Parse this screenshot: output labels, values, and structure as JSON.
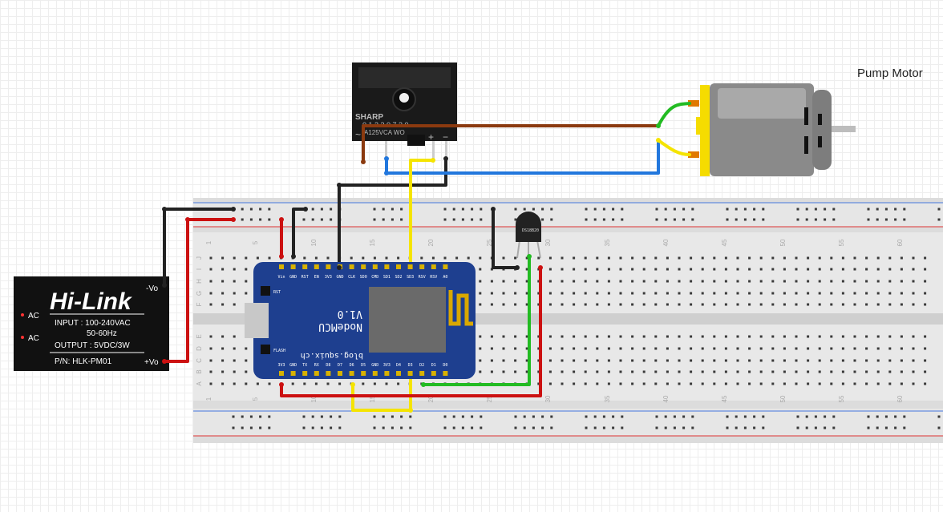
{
  "labels": {
    "pump_motor": "Pump Motor"
  },
  "power_module": {
    "logo": "Hi-Link",
    "input": "INPUT : 100-240VAC",
    "freq": "50-60Hz",
    "output": "OUTPUT : 5VDC/3W",
    "part": "P/N: HLK-PM01",
    "ac1": "AC",
    "ac2": "AC",
    "neg": "-Vo",
    "pos": "+Vo"
  },
  "sensor": {
    "brand": "SHARP",
    "code": "0 1 2 3 0 7 2 0",
    "marks": "A125VCA  WO",
    "plus": "+",
    "minus": "−",
    "tilde": "~"
  },
  "mcu": {
    "name": "NodeMCU",
    "version": "V1.0",
    "site": "blog.squix.ch",
    "rst": "RST",
    "flash": "FLASH",
    "top_pins": [
      "Vin",
      "GND",
      "RST",
      "EN",
      "3V3",
      "GND",
      "CLK",
      "SD0",
      "CMD",
      "SD1",
      "SD2",
      "SD3",
      "RSV",
      "RSV",
      "A0"
    ],
    "bottom_pins": [
      "3V3",
      "GND",
      "TX",
      "RX",
      "D8",
      "D7",
      "D6",
      "D5",
      "GND",
      "3V3",
      "D4",
      "D3",
      "D2",
      "D1",
      "D0"
    ]
  },
  "temp_sensor": {
    "label": "DS18B20"
  },
  "breadboard": {
    "top_numbers": [
      "1",
      "5",
      "10",
      "15",
      "20",
      "25",
      "30",
      "35",
      "40",
      "45",
      "50",
      "55",
      "60"
    ],
    "bottom_numbers": [
      "1",
      "5",
      "10",
      "15",
      "20",
      "25",
      "30",
      "35",
      "40",
      "45",
      "50",
      "55",
      "60"
    ],
    "top_letters": [
      "J",
      "I",
      "H",
      "G",
      "F"
    ],
    "bottom_letters": [
      "E",
      "D",
      "C",
      "B",
      "A"
    ]
  },
  "colors": {
    "wire_red": "#cc1111",
    "wire_black": "#222222",
    "wire_yellow": "#f5e400",
    "wire_green": "#22bb22",
    "wire_blue": "#2277dd",
    "wire_brown": "#8b3a0f",
    "board_blue": "#1e3f8f",
    "motor_yellow": "#f5dc00"
  }
}
